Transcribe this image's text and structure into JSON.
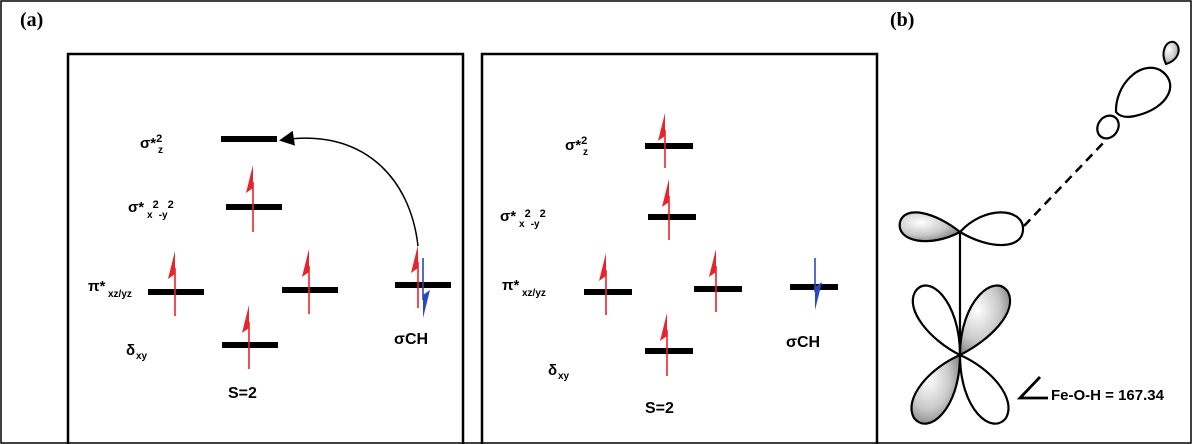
{
  "panels": {
    "a": "(a)",
    "b": "(b)"
  },
  "left_box": {
    "sigma_z2": {
      "base": "σ*",
      "sub": "z",
      "sup": "2"
    },
    "sigma_x2y2": {
      "base": "σ*",
      "sub1": "x",
      "sup1": "2",
      "sub2": "-y",
      "sup2": "2"
    },
    "pi_xz_yz": {
      "base": "π*",
      "sub": "xz/yz"
    },
    "delta_xy": {
      "base": "δ",
      "sub": "xy"
    },
    "sigma_ch": "σCH",
    "spin_state": "S=2"
  },
  "right_box": {
    "sigma_z2": {
      "base": "σ*",
      "sub": "z",
      "sup": "2"
    },
    "sigma_x2y2": {
      "base": "σ*",
      "sub1": "x",
      "sup1": "2",
      "sub2": "-y",
      "sup2": "2"
    },
    "pi_xz_yz": {
      "base": "π*",
      "sub": "xz/yz"
    },
    "delta_xy": {
      "base": "δ",
      "sub": "xy"
    },
    "sigma_ch": "σCH",
    "spin_state": "S=2"
  },
  "angle_label": "Fe-O-H = 167.34",
  "colors": {
    "spin_up": "#e8232b",
    "spin_down": "#2a48b8",
    "level": "#000000",
    "lobe_fill": "#8a8a8a"
  }
}
